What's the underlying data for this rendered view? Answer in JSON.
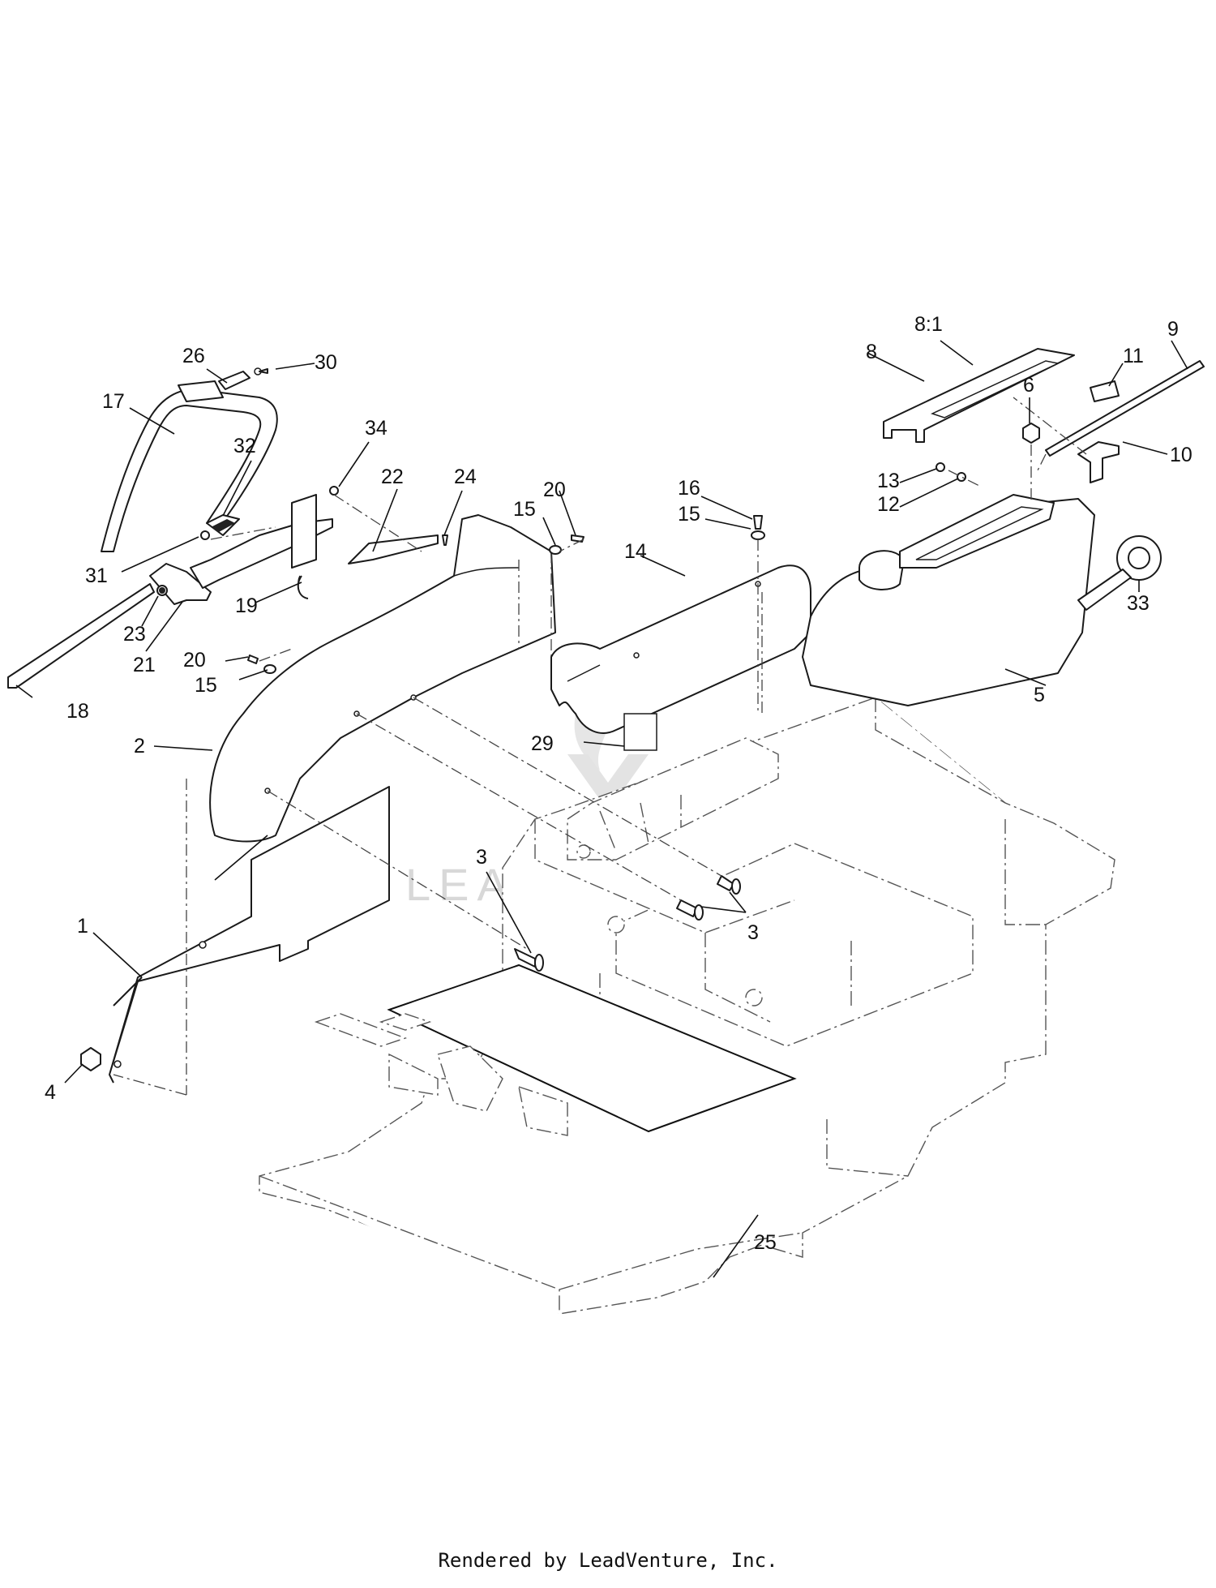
{
  "callouts": {
    "c1": "1",
    "c2": "2",
    "c3a": "3",
    "c3b": "3",
    "c4": "4",
    "c5": "5",
    "c6": "6",
    "c8": "8",
    "c8_1": "8:1",
    "c9": "9",
    "c10": "10",
    "c11": "11",
    "c12": "12",
    "c13": "13",
    "c14": "14",
    "c15a": "15",
    "c15b": "15",
    "c15c": "15",
    "c16": "16",
    "c17": "17",
    "c18": "18",
    "c19": "19",
    "c20a": "20",
    "c20b": "20",
    "c21": "21",
    "c22": "22",
    "c23": "23",
    "c24": "24",
    "c25": "25",
    "c26": "26",
    "c29": "29",
    "c30": "30",
    "c31": "31",
    "c32": "32",
    "c33": "33",
    "c34": "34"
  },
  "watermark": "LEADVENTURE",
  "footer": "Rendered by LeadVenture, Inc."
}
